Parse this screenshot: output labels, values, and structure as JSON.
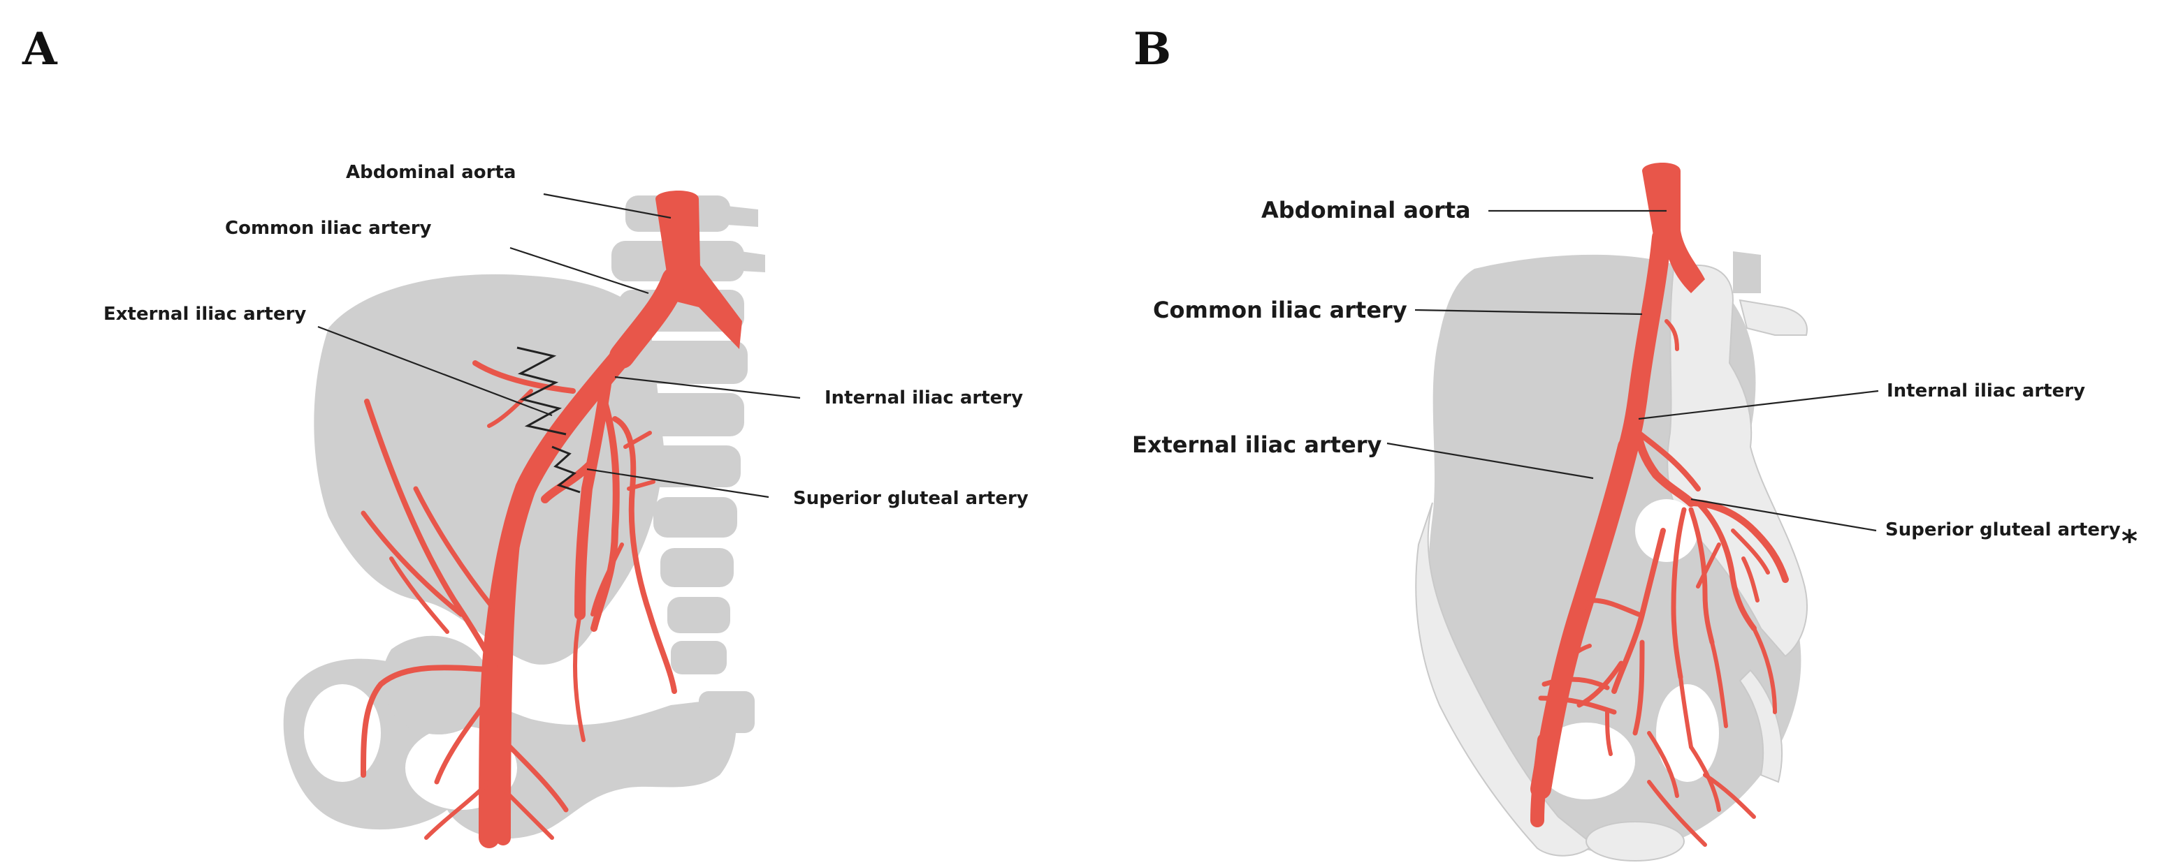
{
  "colors": {
    "artery": "#e8564a",
    "bone": "#cfcfcf",
    "bone_light": "#ececec",
    "label": "#1a1a1a"
  },
  "panel_a": {
    "letter": "A",
    "labels": {
      "abdominal_aorta": "Abdominal aorta",
      "common_iliac": "Common iliac artery",
      "external_iliac": "External iliac artery",
      "internal_iliac": "Internal iliac artery",
      "superior_gluteal": "Superior gluteal artery"
    }
  },
  "panel_b": {
    "letter": "B",
    "asterisk": "*",
    "labels": {
      "abdominal_aorta": "Abdominal aorta",
      "common_iliac": "Common iliac artery",
      "external_iliac": "External iliac artery",
      "internal_iliac": "Internal iliac artery",
      "superior_gluteal": "Superior gluteal artery"
    }
  }
}
